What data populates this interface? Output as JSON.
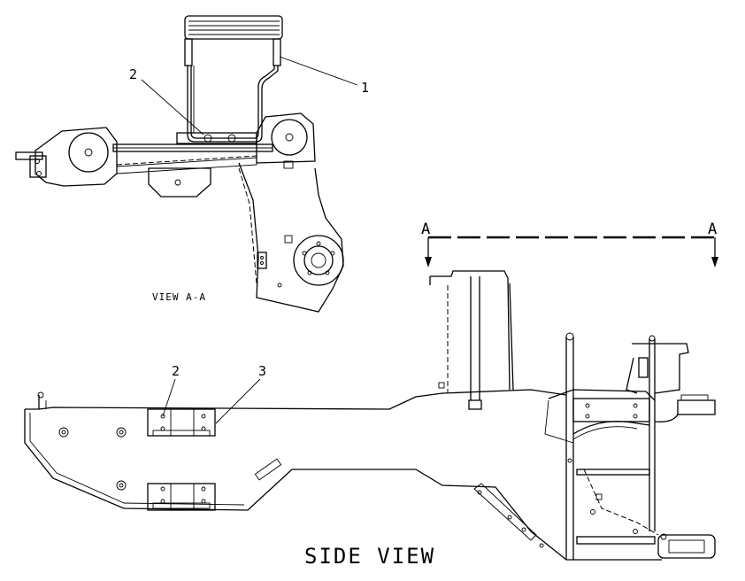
{
  "labels": {
    "callout_1": "1",
    "callout_2_top": "2",
    "callout_2_side": "2",
    "callout_3": "3",
    "section_a_left": "A",
    "section_a_right": "A",
    "view_aa": "VIEW A-A",
    "side_view": "SIDE VIEW"
  }
}
